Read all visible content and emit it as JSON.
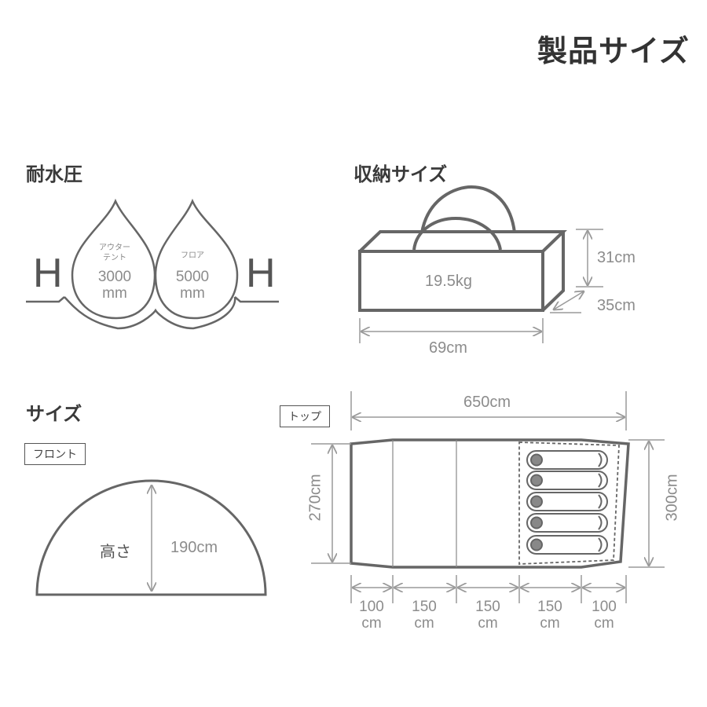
{
  "page_title": "製品サイズ",
  "waterproof": {
    "heading": "耐水圧",
    "h_letter": "H",
    "outer": {
      "label_line1": "アウター",
      "label_line2": "テント",
      "value": "3000",
      "unit": "mm"
    },
    "floor": {
      "label": "フロア",
      "value": "5000",
      "unit": "mm"
    }
  },
  "storage": {
    "heading": "収納サイズ",
    "weight": "19.5kg",
    "height": "31cm",
    "depth": "35cm",
    "width": "69cm"
  },
  "size": {
    "heading": "サイズ",
    "front": {
      "label": "フロント",
      "height_label": "高さ",
      "height_value": "190cm"
    },
    "top": {
      "label": "トップ",
      "total_length": "650cm",
      "inner_width": "270cm",
      "outer_width": "300cm",
      "segments": [
        {
          "value": "100",
          "unit": "cm"
        },
        {
          "value": "150",
          "unit": "cm"
        },
        {
          "value": "150",
          "unit": "cm"
        },
        {
          "value": "150",
          "unit": "cm"
        },
        {
          "value": "100",
          "unit": "cm"
        }
      ]
    }
  }
}
